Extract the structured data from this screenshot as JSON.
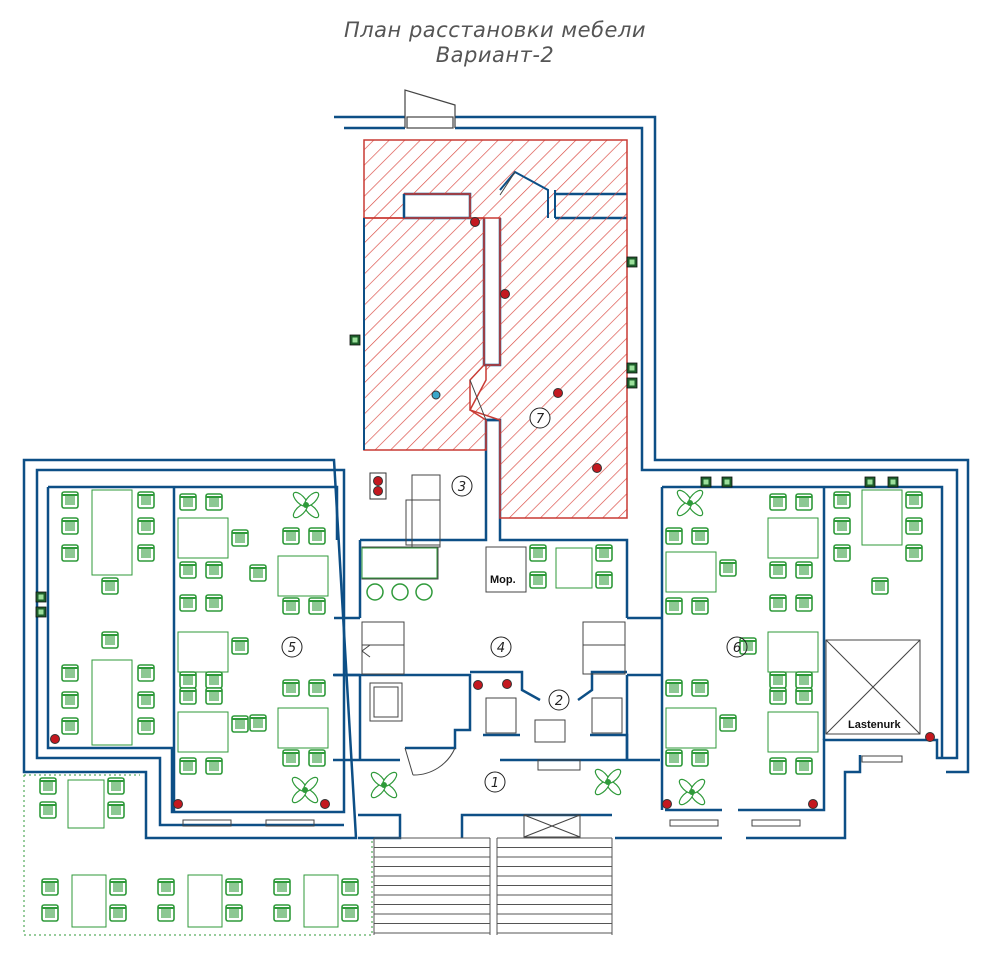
{
  "title": {
    "line1": "План расстановки мебели",
    "line2": "Вариант-2"
  },
  "rooms": [
    {
      "id": "1",
      "label": "1"
    },
    {
      "id": "2",
      "label": "2"
    },
    {
      "id": "3",
      "label": "3"
    },
    {
      "id": "4",
      "label": "4"
    },
    {
      "id": "5",
      "label": "5"
    },
    {
      "id": "6",
      "label": "6"
    },
    {
      "id": "7",
      "label": "7"
    }
  ],
  "labels": {
    "counter": "Мор.",
    "kids_area": "Lastenurk"
  },
  "colors": {
    "wall": "#0d4f86",
    "furniture": "#2f9a3a",
    "hatch": "#d9463e",
    "marker": "#c4181f",
    "line": "#444444"
  }
}
